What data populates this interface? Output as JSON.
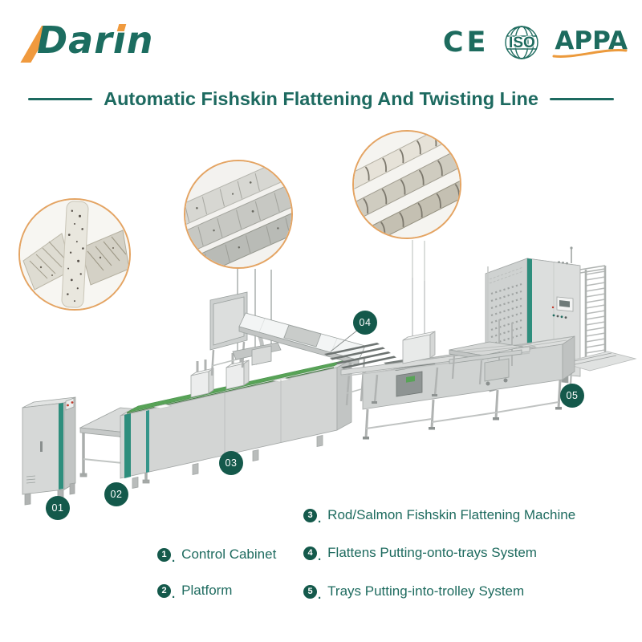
{
  "brand": {
    "name": "Darin"
  },
  "certifications": {
    "ce": "CE",
    "iso": "ISO",
    "appa": "APPA"
  },
  "title": "Automatic Fishskin Flattening And Twisting Line",
  "photos": [
    {
      "name": "fishskin-rod-pieces"
    },
    {
      "name": "flattened-fishskin-strips"
    },
    {
      "name": "twisted-fishskin-sticks"
    }
  ],
  "diagram": {
    "badges": [
      "01",
      "02",
      "03",
      "04",
      "05"
    ]
  },
  "legend": {
    "dot": ".",
    "items": [
      {
        "num": "1",
        "label": "Control Cabinet"
      },
      {
        "num": "2",
        "label": "Platform"
      },
      {
        "num": "3",
        "label": "Rod/Salmon Fishskin Flattening Machine"
      },
      {
        "num": "4",
        "label": "Flattens Putting-onto-trays System"
      },
      {
        "num": "5",
        "label": "Trays Putting-into-trolley System"
      }
    ]
  },
  "colors": {
    "teal_text": "#1d6b5e",
    "badge_teal": "#14594b",
    "accent_orange": "#f09a3e",
    "machine_teal": "#2e8e7d",
    "belt_green": "#58a357"
  }
}
